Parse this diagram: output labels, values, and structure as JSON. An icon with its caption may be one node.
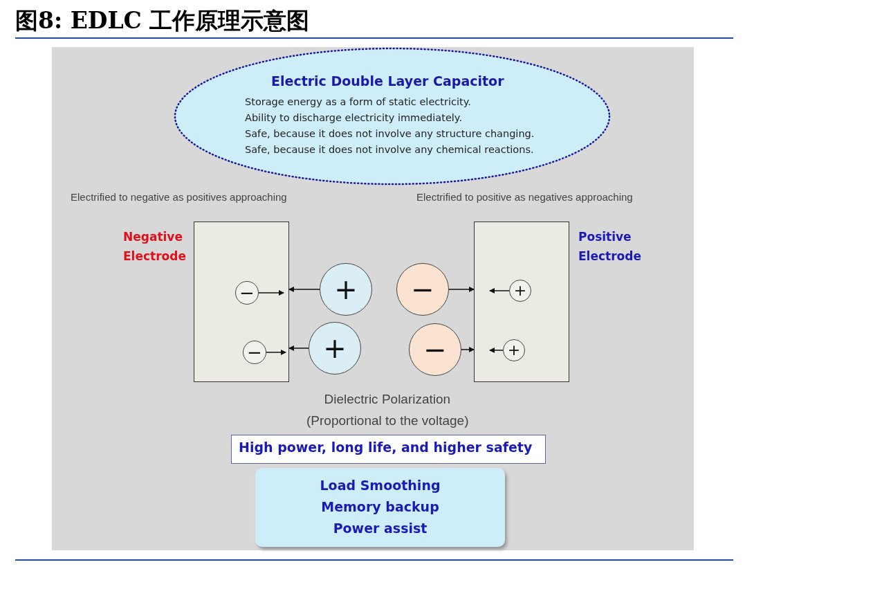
{
  "diagram": {
    "title": "图8: EDLC 工作原理示意图",
    "nodes": [
      {
        "text": [
          "Electric Double Layer Capacitor",
          "Storage energy as a form of static electricity.",
          "Ability to discharge electricity immediately.",
          "Safe, because it does not involve any structure changing.",
          "Safe, because it does not involve any chemical reactions."
        ]
      },
      {
        "text": [
          "Negative Electrode"
        ]
      },
      {
        "text": [
          "−"
        ],
        "in": 1
      },
      {
        "text": [
          "−"
        ],
        "in": 1
      },
      {
        "text": [
          "+"
        ]
      },
      {
        "text": [
          "+"
        ]
      },
      {
        "text": [
          "−"
        ]
      },
      {
        "text": [
          "−"
        ]
      },
      {
        "text": [
          "Positive Electrode"
        ]
      },
      {
        "text": [
          "+"
        ],
        "in": 8
      },
      {
        "text": [
          "+"
        ],
        "in": 8
      },
      {
        "text": [
          "High power, long life, and higher safety"
        ]
      },
      {
        "text": [
          "Load Smoothing",
          "Memory backup",
          "Power assist"
        ]
      }
    ],
    "edges": [
      {
        "from": 2,
        "to": null,
        "arrow": "to"
      },
      {
        "from": 3,
        "to": null,
        "arrow": "to"
      },
      {
        "from": 4,
        "to": 1,
        "arrow": "to"
      },
      {
        "from": 5,
        "to": 1,
        "arrow": "to"
      },
      {
        "from": 6,
        "to": 8,
        "arrow": "to"
      },
      {
        "from": 7,
        "to": 8,
        "arrow": "to"
      },
      {
        "from": 9,
        "to": null,
        "arrow": "to"
      },
      {
        "from": 10,
        "to": null,
        "arrow": "to"
      }
    ],
    "labels": [
      "Electrified to negative as positives approaching",
      "Electrified to positive as negatives approaching",
      "Dielectric Polarization",
      "(Proportional to the voltage)"
    ]
  }
}
